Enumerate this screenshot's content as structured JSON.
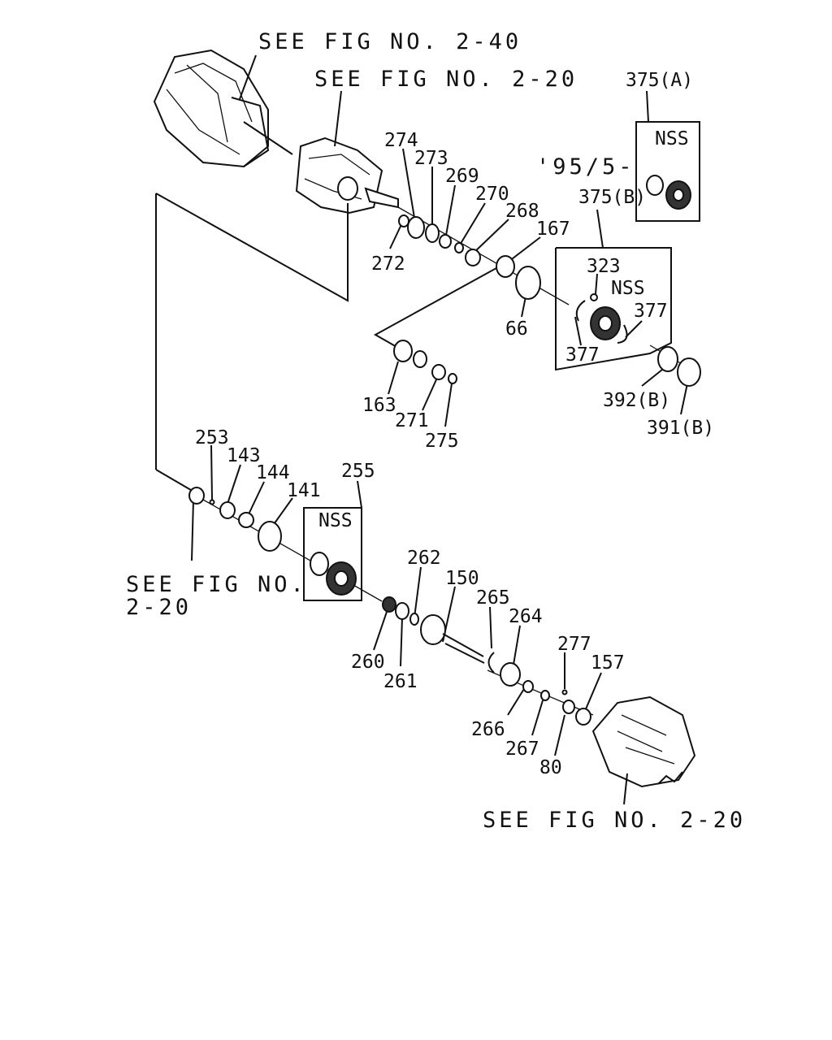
{
  "refs": {
    "fig_2_40_top": "SEE FIG NO. 2-40",
    "fig_2_20_top": "SEE FIG NO. 2-20",
    "fig_2_20_left_line1": "SEE FIG NO.",
    "fig_2_20_left_line2": "2-20",
    "fig_2_20_bottom": "SEE FIG NO. 2-20"
  },
  "date_note": "'95/5-",
  "nss": [
    "NSS",
    "NSS",
    "NSS"
  ],
  "groups": {
    "g375a": "375(A)",
    "g375b": "375(B)",
    "g255": "255"
  },
  "parts": {
    "p274": "274",
    "p273": "273",
    "p269": "269",
    "p270": "270",
    "p268": "268",
    "p167": "167",
    "p272": "272",
    "p66": "66",
    "p323": "323",
    "p377a": "377",
    "p377b": "377",
    "p392b": "392(B)",
    "p391b": "391(B)",
    "p163": "163",
    "p271": "271",
    "p275": "275",
    "p253": "253",
    "p143": "143",
    "p144": "144",
    "p141": "141",
    "p262": "262",
    "p150": "150",
    "p265": "265",
    "p264": "264",
    "p260": "260",
    "p261": "261",
    "p277": "277",
    "p157": "157",
    "p266": "266",
    "p267": "267",
    "p80": "80"
  }
}
